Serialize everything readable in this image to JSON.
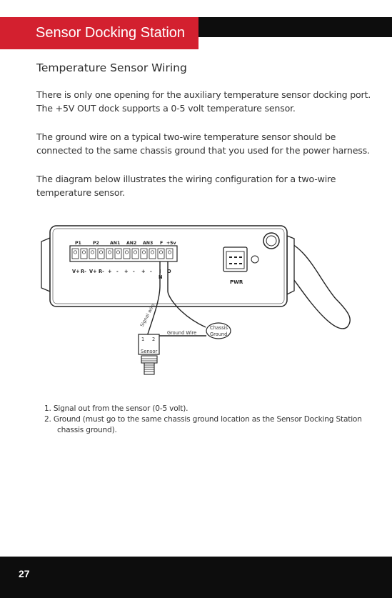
{
  "header": {
    "title": "Sensor Docking Station"
  },
  "section": {
    "heading": "Temperature Sensor Wiring"
  },
  "paragraphs": [
    {
      "lines": [
        "There is only one opening for the auxiliary temperature sensor docking port.",
        "The +5V OUT dock supports a 0-5 volt temperature sensor."
      ]
    },
    {
      "lines": [
        "The ground wire on a typical two-wire temperature sensor should be",
        "connected to the same chassis ground that you used for the power harness."
      ]
    },
    {
      "lines": [
        "The diagram below illustrates the wiring configuration for a two-wire",
        "temperature sensor."
      ]
    }
  ],
  "diagram": {
    "top_labels": [
      "P1",
      "P2",
      "AN1",
      "AN2",
      "AN3",
      "F",
      "+5v"
    ],
    "bottom_labels": [
      "V+",
      "R-",
      "V+",
      "R-",
      "+",
      "-",
      "+",
      "-",
      "+",
      "-",
      "I",
      "O"
    ],
    "bottom_sublabel": "N",
    "pwr_label": "PWR",
    "signal_wire_label": "Signal wire",
    "ground_wire_label": "Ground Wire",
    "chassis_label_1": "Chassis",
    "chassis_label_2": "Ground",
    "sensor_pin_1": "1",
    "sensor_pin_2": "2",
    "sensor_label": "Sensor"
  },
  "notes": {
    "item1": "1. Signal out from the sensor (0-5 volt).",
    "item2": "2. Ground (must go to the same chassis ground location as the Sensor Docking Station",
    "item2_cont": "chassis ground)."
  },
  "footer": {
    "page_number": "27"
  },
  "colors": {
    "accent": "#d3202f",
    "bar": "#0d0d0d"
  }
}
